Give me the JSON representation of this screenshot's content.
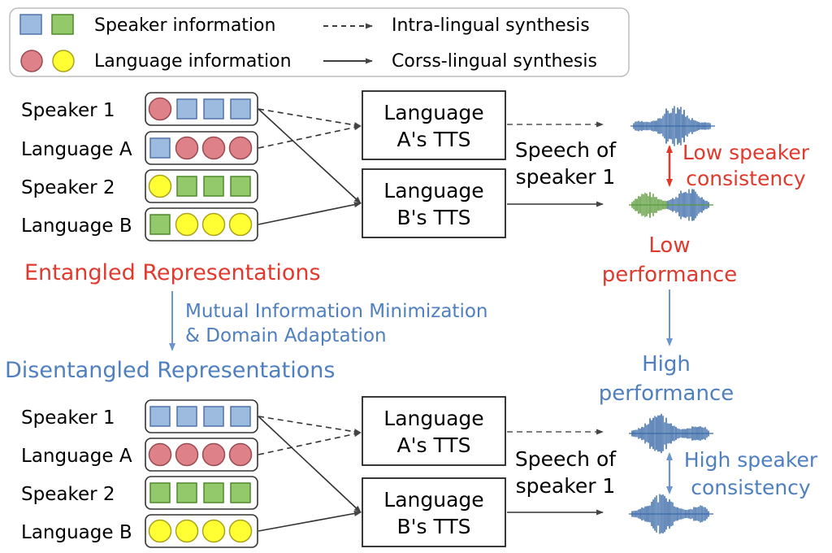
{
  "legend": {
    "speaker_info": "Speaker information",
    "language_info": "Language information",
    "intra": "Intra-lingual synthesis",
    "cross": "Corss-lingual synthesis"
  },
  "top": {
    "rows": [
      {
        "label": "Speaker 1",
        "tokens": [
          "circle-red",
          "square-blue",
          "square-blue",
          "square-blue"
        ]
      },
      {
        "label": "Language A",
        "tokens": [
          "square-blue",
          "circle-red",
          "circle-red",
          "circle-red"
        ]
      },
      {
        "label": "Speaker 2",
        "tokens": [
          "circle-yellow",
          "square-green",
          "square-green",
          "square-green"
        ]
      },
      {
        "label": "Language B",
        "tokens": [
          "square-green",
          "circle-yellow",
          "circle-yellow",
          "circle-yellow"
        ]
      }
    ],
    "tts_a": [
      "Language",
      "A's TTS"
    ],
    "tts_b": [
      "Language",
      "B's TTS"
    ],
    "speech": [
      "Speech of",
      "speaker 1"
    ],
    "consistency": [
      "Low speaker",
      "consistency"
    ],
    "heading": "Entangled Representations",
    "performance": [
      "Low",
      "performance"
    ]
  },
  "middle": {
    "method": [
      "Mutual Information Minimization",
      "& Domain Adaptation"
    ]
  },
  "bottom": {
    "rows": [
      {
        "label": "Speaker 1",
        "tokens": [
          "square-blue",
          "square-blue",
          "square-blue",
          "square-blue"
        ]
      },
      {
        "label": "Language A",
        "tokens": [
          "circle-red",
          "circle-red",
          "circle-red",
          "circle-red"
        ]
      },
      {
        "label": "Speaker 2",
        "tokens": [
          "square-green",
          "square-green",
          "square-green",
          "square-green"
        ]
      },
      {
        "label": "Language B",
        "tokens": [
          "circle-yellow",
          "circle-yellow",
          "circle-yellow",
          "circle-yellow"
        ]
      }
    ],
    "tts_a": [
      "Language",
      "A's TTS"
    ],
    "tts_b": [
      "Language",
      "B's TTS"
    ],
    "speech": [
      "Speech of",
      "speaker 1"
    ],
    "consistency": [
      "High speaker",
      "consistency"
    ],
    "heading": "Disentangled Representations",
    "performance": [
      "High",
      "performance"
    ]
  },
  "colors": {
    "square_blue": "#9dbbdf",
    "square_green": "#93c96b",
    "circle_red": "#de8188",
    "circle_yellow": "#ffff33",
    "accent_red": "#e03a2e",
    "accent_blue": "#4f7fbf",
    "wave_blue": "#3a6aa8",
    "wave_green": "#5a9a3a"
  }
}
